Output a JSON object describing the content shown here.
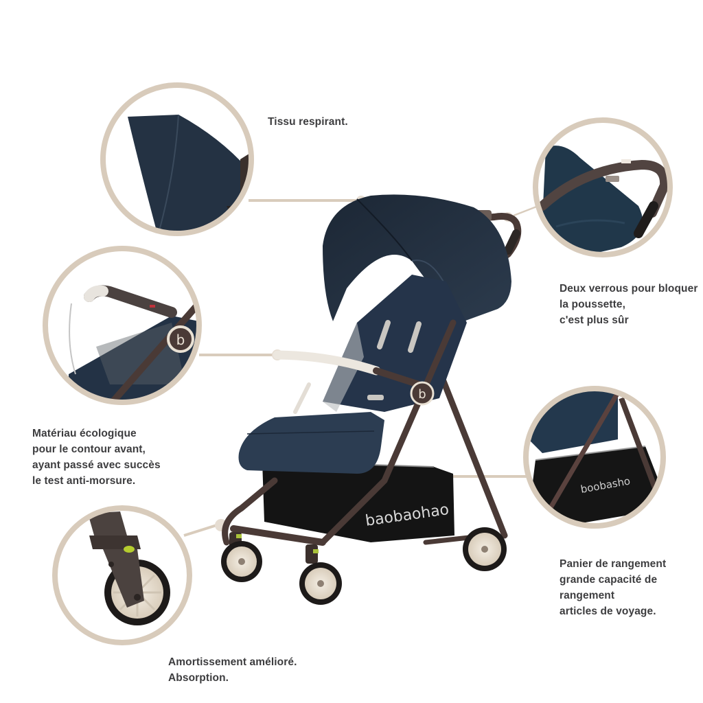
{
  "infographic": {
    "product": "stroller",
    "brand": {
      "basket_logo": "baobaohao",
      "detail_basket_logo": "boobasho",
      "frame_badge_glyph": "b"
    },
    "colors": {
      "accent_ring": "#d8cbbb",
      "connector": "#d9ccbc",
      "fabric": "#22303f",
      "frame": "#4a3a36",
      "text": "#3d3d3f",
      "wheel_rim": "#e9e1d4",
      "background": "#ffffff"
    },
    "features": [
      {
        "id": "canopy",
        "lines": [
          "Tissu respirant."
        ],
        "detail": "canopy-closeup"
      },
      {
        "id": "handlebar-locks",
        "lines": [
          "Deux verrous pour bloquer",
          "la poussette,",
          "c'est plus sûr"
        ],
        "detail": "handlebar-closeup"
      },
      {
        "id": "bumper-bar",
        "lines": [
          "Matériau écologique",
          "pour le contour avant,",
          "ayant passé avec succès",
          "le test anti-morsure."
        ],
        "detail": "bumper-bar-closeup"
      },
      {
        "id": "basket",
        "lines": [
          "Panier de rangement",
          "grande capacité de",
          "rangement",
          "articles de voyage."
        ],
        "detail": "basket-closeup"
      },
      {
        "id": "suspension",
        "lines": [
          "Amortissement amélioré.",
          "Absorption."
        ],
        "detail": "wheel-closeup"
      }
    ]
  }
}
